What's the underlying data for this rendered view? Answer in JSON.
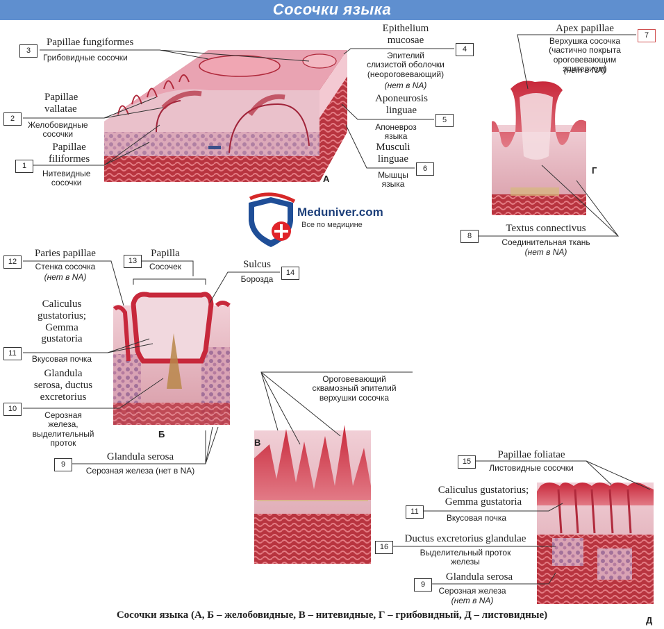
{
  "title": "Сосочки языка",
  "caption": "Сосочки языка (А, Б – желобовидные, В – нитевидные, Г – грибовидный, Д – листовидные)",
  "logo": {
    "name": "Meduniver.com",
    "tagline": "Все по медицине"
  },
  "panel_letters": {
    "A": "А",
    "B": "Б",
    "V": "В",
    "G": "Г",
    "D": "Д"
  },
  "labels": {
    "l1": {
      "num": "1",
      "lat": "Papillae\nfiliformes",
      "ru": "Нитевидные\nсосочки"
    },
    "l2": {
      "num": "2",
      "lat": "Papillae\nvallatae",
      "ru": "Желобовидные\nсосочки"
    },
    "l3": {
      "num": "3",
      "lat": "Papillae fungiformes",
      "ru": "Грибовидные сосочки"
    },
    "l4": {
      "num": "4",
      "lat": "Epithelium\nmucosae",
      "ru": "Эпителий\nслизистой оболочки\n(неороговевающий)",
      "na": "(нет в NA)"
    },
    "l5": {
      "num": "5",
      "lat": "Aponeurosis\nlinguae",
      "ru": "Апоневроз\nязыка"
    },
    "l6": {
      "num": "6",
      "lat": "Musculi\nlinguae",
      "ru": "Мышцы\nязыка"
    },
    "l7": {
      "num": "7",
      "lat": "Apex papillae",
      "ru": "Верхушка сосочка\n(частично покрыта\nороговевающим\nэпителием)",
      "na": "(нет в NA)"
    },
    "l8": {
      "num": "8",
      "lat": "Textus connectivus",
      "ru": "Соединительная ткань",
      "na": "(нет в NA)"
    },
    "l9a": {
      "num": "9",
      "lat": "Glandula serosa",
      "ru": "Серозная железа (нет в NA)"
    },
    "l9b": {
      "num": "9",
      "lat": "Glandula serosa",
      "ru": "Серозная железа",
      "na": "(нет в NA)"
    },
    "l10": {
      "num": "10",
      "lat": "Glandula\nserosa, ductus\nexcretorius",
      "ru": "Серозная\nжелеза,\nвыделительный\nпроток"
    },
    "l11a": {
      "num": "11",
      "lat": "Caliculus\ngustatorius;\nGemma\ngustatoria",
      "ru": "Вкусовая почка"
    },
    "l11b": {
      "num": "11",
      "lat": "Caliculus gustatorius;\nGemma gustatoria",
      "ru": "Вкусовая почка"
    },
    "l12": {
      "num": "12",
      "lat": "Paries papillae",
      "ru": "Стенка сосочка",
      "na": "(нет в NA)"
    },
    "l13": {
      "num": "13",
      "lat": "Papilla",
      "ru": "Сосочек"
    },
    "l14": {
      "num": "14",
      "lat": "Sulcus",
      "ru": "Борозда"
    },
    "l15": {
      "num": "15",
      "lat": "Papillae foliatae",
      "ru": "Листовидные сосочки"
    },
    "l16": {
      "num": "16",
      "lat": "Ductus excretorius glandulae",
      "ru": "Выделительный проток\nжелезы"
    },
    "lV": {
      "ru": "Ороговевающий\nсквамозный эпителий\nверхушки сосочка"
    }
  }
}
